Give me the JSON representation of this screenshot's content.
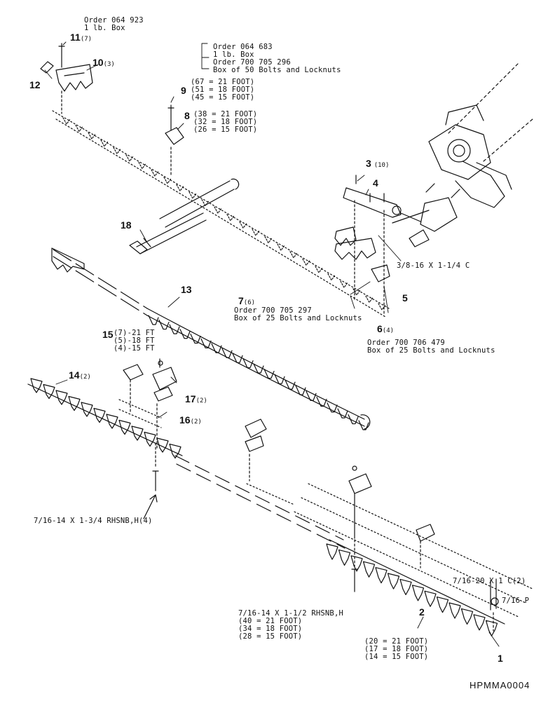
{
  "callouts": {
    "c1": {
      "num": "1"
    },
    "c2": {
      "num": "2",
      "note": "(20 = 21 FOOT)\n(17 = 18 FOOT)\n(14 = 15 FOOT)"
    },
    "c3": {
      "num": "3",
      "qty": "(10)"
    },
    "c4": {
      "num": "4"
    },
    "c5": {
      "num": "5"
    },
    "c6": {
      "num": "6",
      "qty": "(4)",
      "note": "Order 700 706 479\nBox of 25 Bolts and Locknuts"
    },
    "c7": {
      "num": "7",
      "qty": "(6)",
      "note": "Order 700 705 297\nBox of 25 Bolts and Locknuts"
    },
    "c8": {
      "num": "8",
      "note": "(38 = 21 FOOT)\n(32 = 18 FOOT)\n(26 = 15 FOOT)"
    },
    "c9": {
      "num": "9",
      "note": "(67 = 21 FOOT)\n(51 = 18 FOOT)\n(45 = 15 FOOT)"
    },
    "c10": {
      "num": "10",
      "qty": "(3)"
    },
    "c11": {
      "num": "11",
      "qty": "(7)",
      "note": "Order 064 923\n1 lb. Box"
    },
    "c12": {
      "num": "12"
    },
    "c13": {
      "num": "13"
    },
    "c14": {
      "num": "14",
      "qty": "(2)"
    },
    "c15": {
      "num": "15",
      "qty": "(7)-21 FT\n(5)-18 FT\n(4)-15 FT"
    },
    "c16": {
      "num": "16",
      "qty": "(2)"
    },
    "c17": {
      "num": "17",
      "qty": "(2)"
    },
    "c18": {
      "num": "18"
    }
  },
  "notes": {
    "order_064683": "Order 064 683\n1 lb. Box\nOrder 700 705 296\nBox of 50 Bolts and Locknuts",
    "bolt_38": "3/8-16 X 1-1/4 C",
    "bolt_716_134": "7/16-14 X 1-3/4 RHSNB,H(4)",
    "bolt_716_112": "7/16-14 X 1-1/2 RHSNB,H\n(40 = 21 FOOT)\n(34 = 18 FOOT)\n(28 = 15 FOOT)",
    "bolt_71620": "7/16-20 X 1 C(2)",
    "nut_716": "7/16 P"
  },
  "figure_id": "HPMMA0004"
}
